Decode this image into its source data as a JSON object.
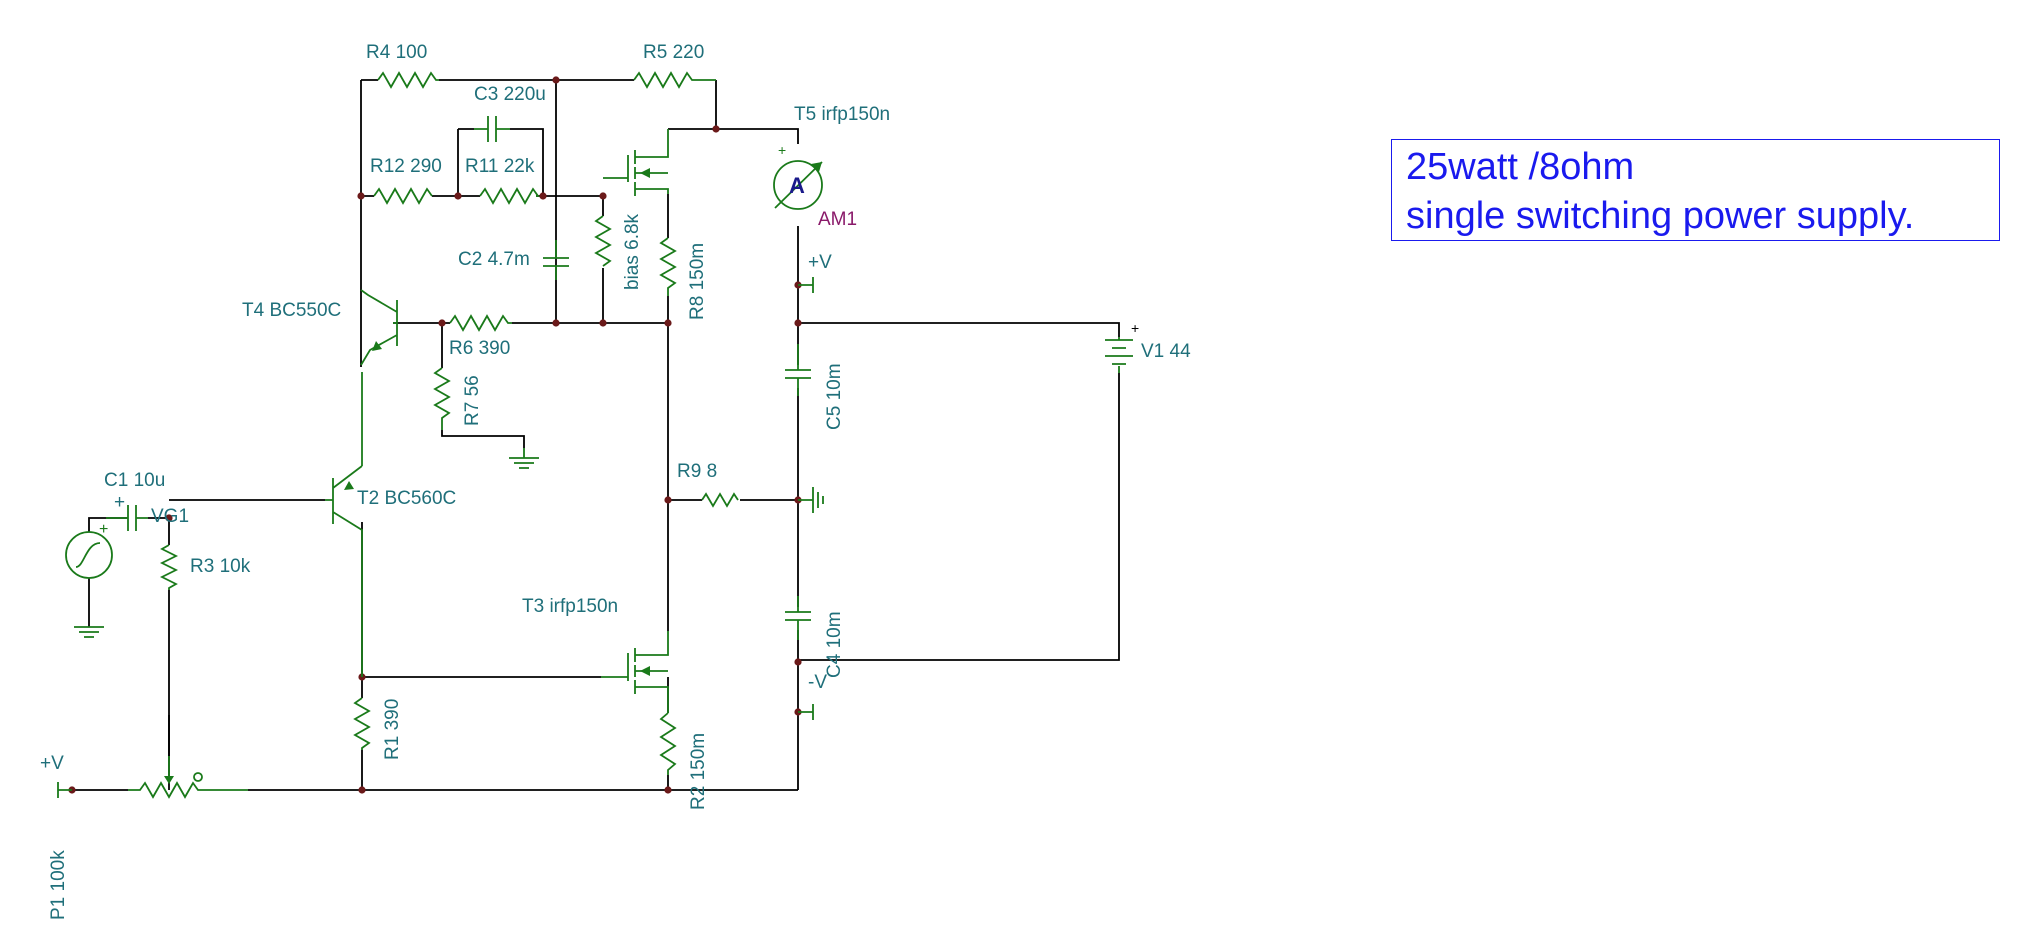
{
  "title_box": {
    "line1": "25watt /8ohm",
    "line2": "single switching power supply."
  },
  "labels": {
    "r4": "R4 100",
    "r5": "R5 220",
    "c3": "C3 220u",
    "t5": "T5 irfp150n",
    "r12": "R12 290",
    "r11": "R11 22k",
    "am1": "AM1",
    "c2": "C2 4.7m",
    "bias": "bias 6.8k",
    "r8": "R8 150m",
    "plusv_top": "+V",
    "t4": "T4 BC550C",
    "r6": "R6 390",
    "v1": "V1 44",
    "r7": "R7 56",
    "c5": "C5 10m",
    "r9": "R9 8",
    "c1": "C1 10u",
    "vg1": "VG1",
    "t2": "T2 BC560C",
    "r3": "R3 10k",
    "t3": "T3 irfp150n",
    "c4": "C4 10m",
    "minusv": "-V",
    "r1": "R1 390",
    "r2": "R2 150m",
    "plusv_left": "+V",
    "p1": "P1 100k",
    "ammeter_letter": "A"
  },
  "colors": {
    "wire": "#000000",
    "component": "#1a7a1a",
    "label": "#1f6f7a",
    "meter_label": "#8a1a6a",
    "title": "#1a1aee",
    "junction": "#6b1a1a"
  }
}
